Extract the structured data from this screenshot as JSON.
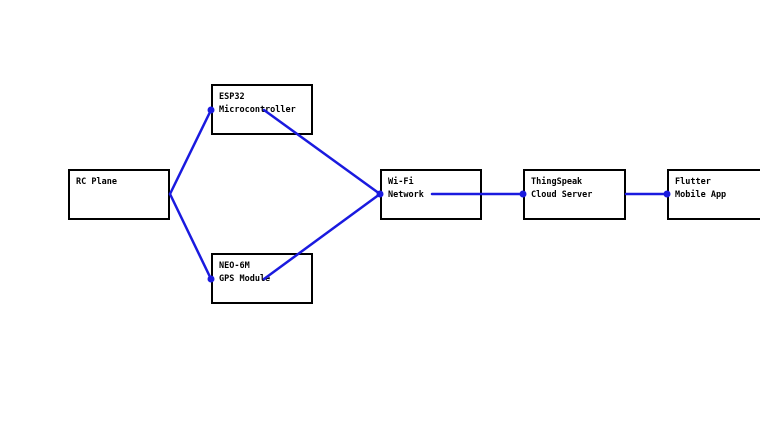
{
  "nodes": {
    "rc_plane": {
      "line1": "RC Plane"
    },
    "esp32": {
      "line1": "ESP32",
      "line2": "Microcontroller"
    },
    "neo6m": {
      "line1": "NEO-6M",
      "line2": "GPS Module"
    },
    "wifi": {
      "line1": "Wi-Fi",
      "line2": "Network"
    },
    "thingspeak": {
      "line1": "ThingSpeak",
      "line2": "Cloud Server"
    },
    "flutter": {
      "line1": "Flutter",
      "line2": "Mobile App"
    }
  },
  "colors": {
    "connector": "#1a1adf",
    "border": "#000000",
    "background": "#ffffff"
  }
}
